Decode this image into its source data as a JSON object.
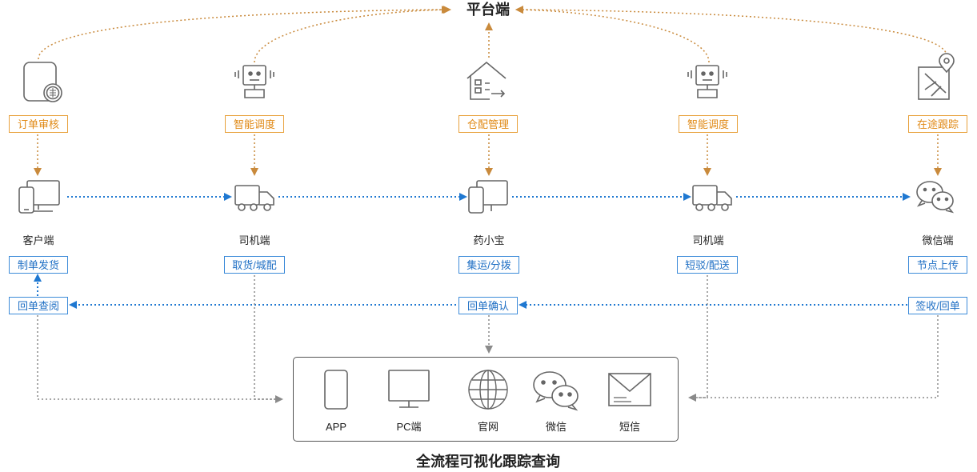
{
  "platform_title": "平台端",
  "footer_title": "全流程可视化跟踪查询",
  "top_tags": [
    "订单审核",
    "智能调度",
    "仓配管理",
    "智能调度",
    "在途跟踪"
  ],
  "nodes": [
    "客户端",
    "司机端",
    "药小宝",
    "司机端",
    "微信端"
  ],
  "bottom_tags": [
    "制单发货",
    "取货/城配",
    "集运/分拨",
    "短驳/配送",
    "节点上传"
  ],
  "return_tags": {
    "left": "回单查阅",
    "center": "回单确认",
    "right": "签收/回单"
  },
  "channels": [
    "APP",
    "PC端",
    "官网",
    "微信",
    "短信"
  ],
  "colors": {
    "orange": "#e08a17",
    "blue": "#1f78d1",
    "gray": "#999999"
  }
}
